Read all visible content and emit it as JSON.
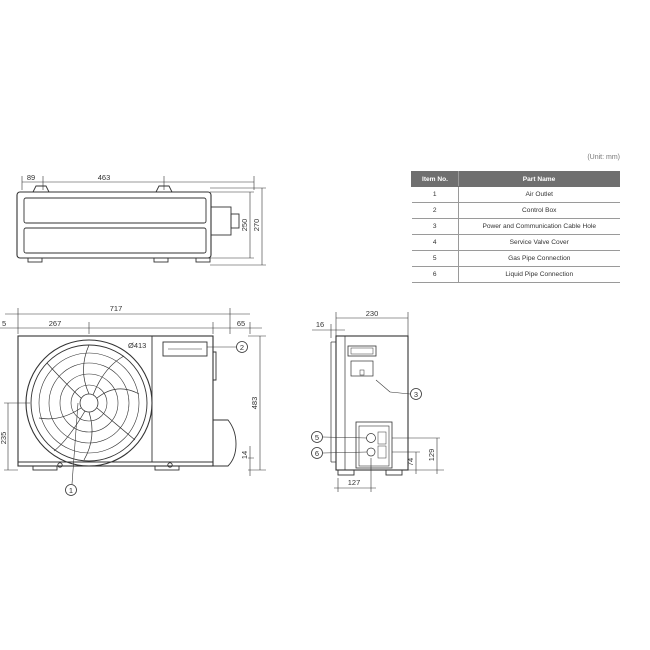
{
  "unit_note": "(Unit: mm)",
  "parts_table": {
    "headers": [
      "Item No.",
      "Part Name"
    ],
    "rows": [
      {
        "no": "1",
        "name": "Air Outlet"
      },
      {
        "no": "2",
        "name": "Control Box"
      },
      {
        "no": "3",
        "name": "Power and Communication Cable Hole"
      },
      {
        "no": "4",
        "name": "Service Valve Cover"
      },
      {
        "no": "5",
        "name": "Gas Pipe Connection"
      },
      {
        "no": "6",
        "name": "Liquid Pipe Connection"
      }
    ]
  },
  "top_view": {
    "dim_left": "89",
    "dim_width": "463",
    "dim_depth_a": "250",
    "dim_depth_b": "270"
  },
  "front_view": {
    "dim_total_width": "717",
    "dim_left_edge": "5",
    "dim_fan_offset": "267",
    "dim_right_offset": "65",
    "dim_fan_diameter": "Ø413",
    "dim_height": "483",
    "dim_foot": "14",
    "dim_fan_center_height": "235",
    "callout_air_outlet": "1",
    "callout_control_box": "2"
  },
  "side_view": {
    "dim_depth": "230",
    "dim_left_offset": "16",
    "dim_pipe_height_a": "74",
    "dim_pipe_height_b": "129",
    "dim_bottom": "127",
    "callout_cable_hole": "3",
    "callout_gas_pipe": "5",
    "callout_liquid_pipe": "6"
  }
}
